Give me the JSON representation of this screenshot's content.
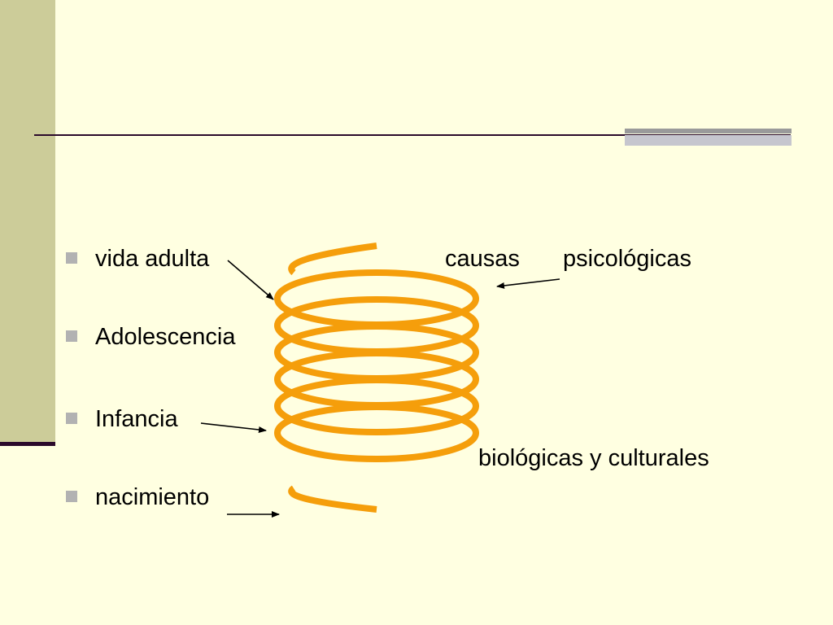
{
  "colors": {
    "background": "#FFFFE1",
    "sidebar": "#CCCC99",
    "rule": "#2B0A2B",
    "bullet": "#B2B2B2",
    "coil": "#F59E0B",
    "arrow": "#000000"
  },
  "list": {
    "items": [
      {
        "label": "vida adulta"
      },
      {
        "label": "Adolescencia"
      },
      {
        "label": "Infancia"
      },
      {
        "label": "nacimiento"
      }
    ]
  },
  "annotations": {
    "causas": "causas",
    "psicologicas": "psicológicas",
    "biologicas": "biológicas y culturales"
  },
  "diagram": {
    "type": "spring-coil",
    "coil_turns": 6,
    "arrow_icon": "arrow-icon"
  }
}
